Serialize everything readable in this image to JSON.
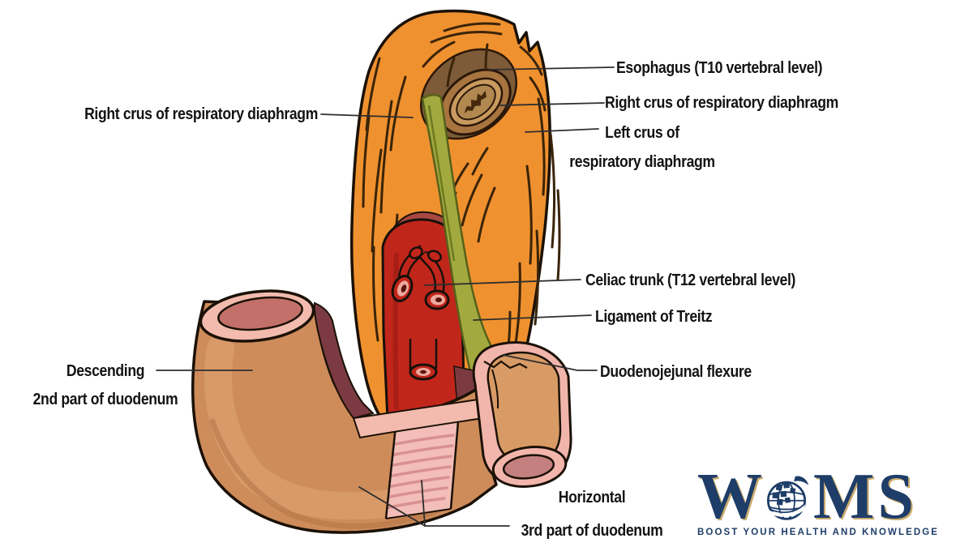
{
  "figure": {
    "labels": {
      "esophagus": "Esophagus (T10 vertebral level)",
      "right_crus_right_side": "Right crus of respiratory diaphragm",
      "left_crus_line1": "Left crus of",
      "left_crus_line2": "respiratory diaphragm",
      "right_crus_left_side": "Right crus of respiratory diaphragm",
      "celiac_trunk": "Celiac trunk (T12 vertebral level)",
      "ligament_of_treitz": "Ligament of Treitz",
      "duodenojejunal_flexure": "Duodenojejunal flexure",
      "descending_line1": "Descending",
      "descending_line2": "2nd part of duodenum",
      "horizontal_line1": "Horizontal",
      "horizontal_line2": "3rd part of duodenum"
    },
    "colors": {
      "diaphragm_muscle": "#F0912F",
      "muscle_striation": "#3A2408",
      "ligament_band": "#A2A93E",
      "aorta_red": "#C1261B",
      "duodenum_wall": "#CE8C5B",
      "mucosa_pink": "#F2BBAE",
      "lumen_rose": "#C4706A",
      "esophagus_brown": "#A8743F",
      "cut_edge_maroon": "#7C3B42",
      "label_text": "#131313"
    }
  },
  "logo": {
    "letter_w": "W",
    "letters_ms": "MS",
    "tagline": "BOOST YOUR HEALTH AND KNOWLEDGE",
    "brand_color": "#1E3D68"
  }
}
